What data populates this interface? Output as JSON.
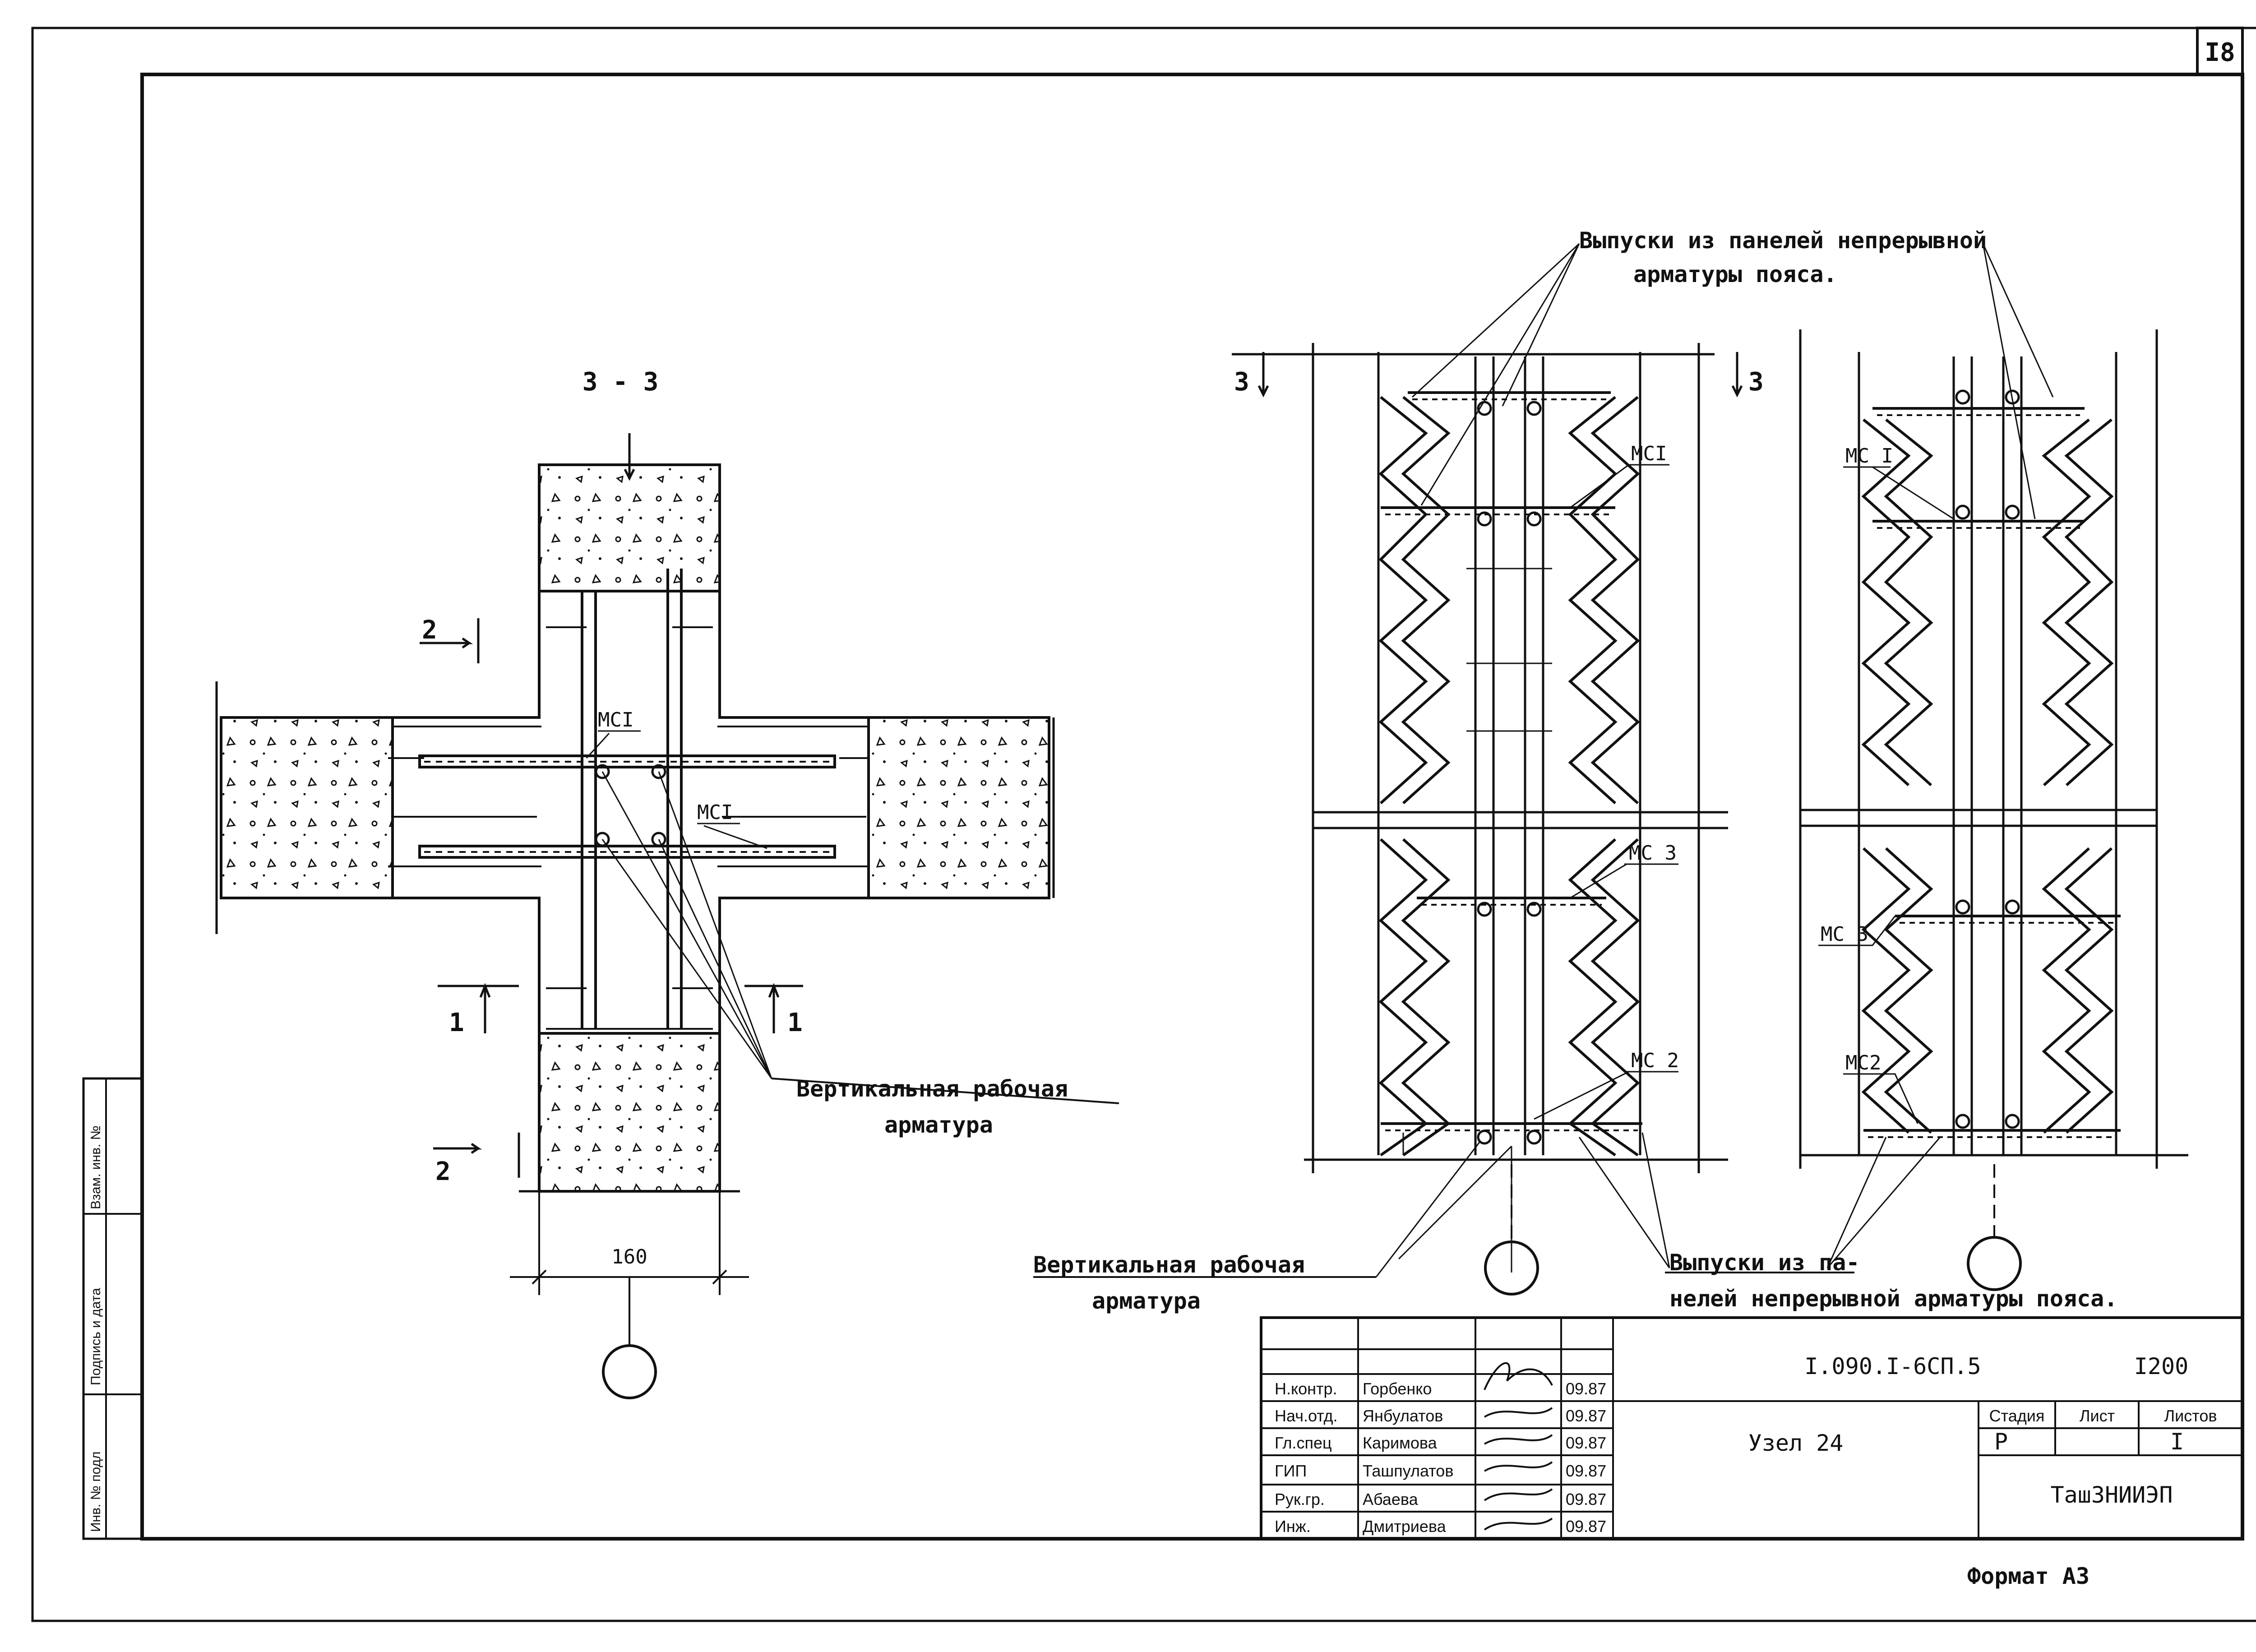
{
  "page_number": "I8",
  "format_label": "Формат  А3",
  "sections": {
    "section_3_3": "3 - 3",
    "mark_2_top": "2",
    "mark_2_bottom": "2",
    "mark_1_left": "1",
    "mark_1_right": "1",
    "mark_3_left": "3",
    "mark_3_right": "3",
    "dimension_160": "160"
  },
  "marks": {
    "mc1_a": "МСI",
    "mc1_b": "МСI",
    "mc1_c": "МСI",
    "mc1_d": "МС I",
    "mc3_a": "МС 3",
    "mc3_b": "МС 3",
    "mc2_a": "МС 2",
    "mc2_b": "МС2"
  },
  "callouts": {
    "vertical_rebar_1_line1": "Вертикальная рабочая",
    "vertical_rebar_1_line2": "арматура",
    "vertical_rebar_2_line1": "Вертикальная  рабочая",
    "vertical_rebar_2_line2": "арматура",
    "outlets_top_line1": "Выпуски из панелей непрерывной",
    "outlets_top_line2": "арматуры пояса.",
    "outlets_bottom_line1": "Выпуски из па-",
    "outlets_bottom_line2": "нелей непрерывной арматуры пояса."
  },
  "title_block": {
    "roles": [
      "Н.контр.",
      "Нач.отд.",
      "Гл.спец",
      "ГИП",
      "Рук.гр.",
      "Инж."
    ],
    "names": [
      "Горбенко",
      "Янбулатов",
      "Каримова",
      "Ташпулатов",
      "Абаева",
      "Дмитриева"
    ],
    "dates": [
      "09.87",
      "09.87",
      "09.87",
      "09.87",
      "09.87",
      "09.87"
    ],
    "doc_code": "I.090.I-6СП.5",
    "sheet_code": "I200",
    "title": "Узел 24",
    "stage_header": "Стадия",
    "sheet_header": "Лист",
    "sheets_header": "Листов",
    "stage_value": "Р",
    "sheets_value": "I",
    "organization": "ТашЗНИИЭП"
  },
  "side_stamp": {
    "inv_no": "Инв. № подл",
    "sign_date": "Подпись и дата",
    "replace_inv": "Взам. инв. №"
  }
}
